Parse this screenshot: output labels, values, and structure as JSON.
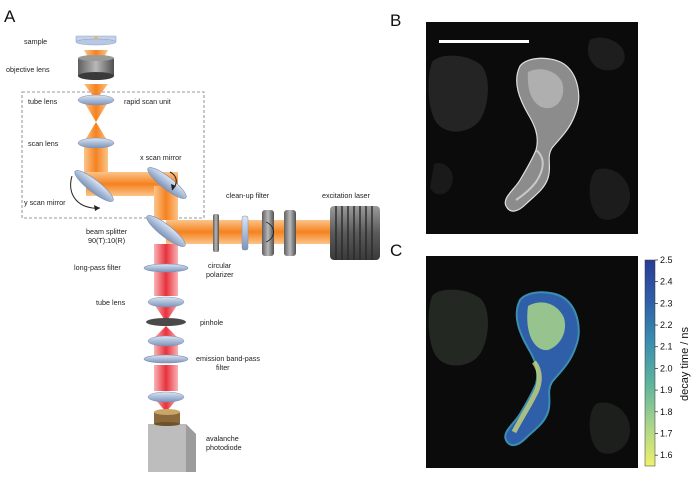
{
  "panels": {
    "a": "A",
    "b": "B",
    "c": "C"
  },
  "labels": {
    "sample": "sample",
    "objective_lens": "objective lens",
    "tube_lens_top": "tube lens",
    "rapid_scan_unit": "rapid scan unit",
    "scan_lens": "scan lens",
    "x_scan_mirror": "x scan mirror",
    "y_scan_mirror": "y scan mirror",
    "clean_up_filter": "clean-up filter",
    "excitation_laser": "excitation laser",
    "beam_splitter_1": "beam splitter",
    "beam_splitter_2": "90(T):10(R)",
    "long_pass_filter": "long-pass filter",
    "circular_polarizer_1": "circular",
    "circular_polarizer_2": "polarizer",
    "tube_lens_bottom": "tube lens",
    "pinhole": "pinhole",
    "emission_band_pass_1": "emission band-pass",
    "emission_band_pass_2": "filter",
    "avalanche_photodiode_1": "avalanche",
    "avalanche_photodiode_2": "photodiode"
  },
  "colorbar": {
    "label": "decay time / ns",
    "ticks": [
      "2.5",
      "2.4",
      "2.3",
      "2.2",
      "2.1",
      "2.0",
      "1.9",
      "1.8",
      "1.7",
      "1.6"
    ],
    "range": [
      1.55,
      2.5
    ],
    "colors": [
      "#f0f06a",
      "#a8d58a",
      "#5db49c",
      "#3a8fb0",
      "#2f5fa8",
      "#2a3c98"
    ]
  },
  "colors": {
    "excitation_beam": "#f5821f",
    "emission_beam": "#e8323c",
    "optics": "#9fb4d4"
  }
}
